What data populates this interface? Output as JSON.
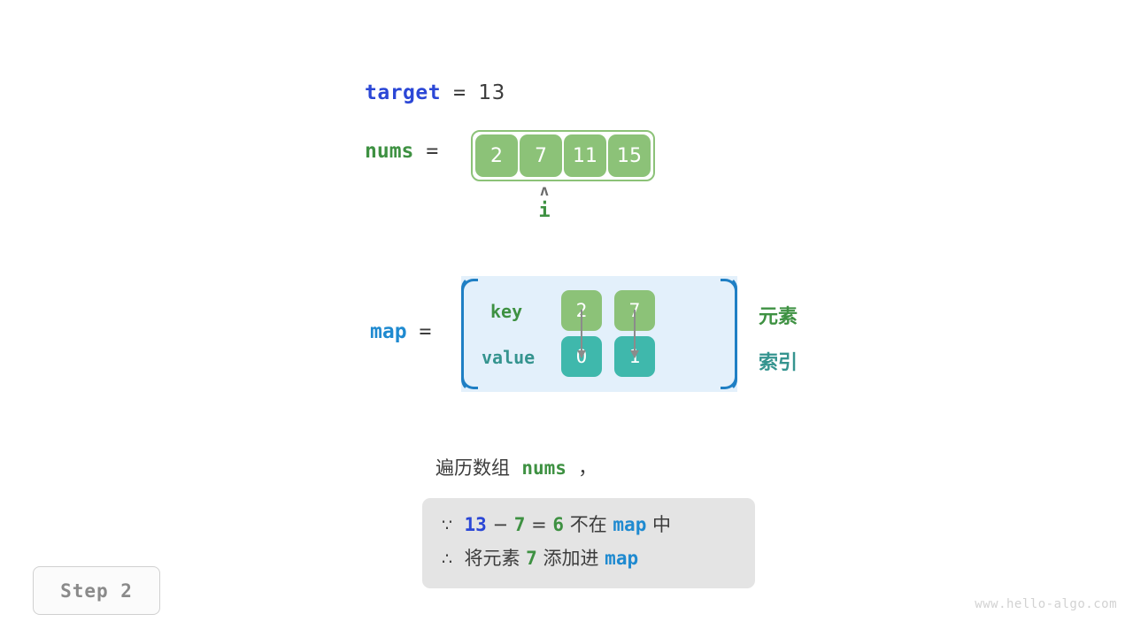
{
  "target": {
    "name": "target",
    "equals": "=",
    "value": "13"
  },
  "nums": {
    "name": "nums",
    "equals": "=",
    "cells": [
      "2",
      "7",
      "11",
      "15"
    ],
    "pointer": {
      "caret": "ʌ",
      "label": "i",
      "index": 1
    }
  },
  "map": {
    "name": "map",
    "equals": "=",
    "row_labels": {
      "key": "key",
      "value": "value"
    },
    "keys": [
      "2",
      "7"
    ],
    "values": [
      "0",
      "1"
    ],
    "side_labels": {
      "element": "元素",
      "index": "索引"
    }
  },
  "description": {
    "prefix": "遍历数组  ",
    "keyword": "nums",
    "suffix": "  ，"
  },
  "note": {
    "line1": {
      "symbol": "∵",
      "a": "13",
      "minus": "−",
      "b": "7",
      "eq": "=",
      "result": "6",
      "text_mid": "不在",
      "map": "map",
      "text_end": "中"
    },
    "line2": {
      "symbol": "∴",
      "text_start": "将元素",
      "element": "7",
      "text_mid": "添加进",
      "map": "map"
    }
  },
  "step_badge": "Step 2",
  "watermark": "www.hello-algo.com",
  "colors": {
    "target_blue": "#2b47d6",
    "map_blue": "#1f8ad0",
    "nums_green": "#3e9142",
    "cell_green": "#8cc278",
    "cell_teal": "#3fb8ac",
    "map_bg": "#e3f0fb",
    "map_border": "#1f7fc4",
    "note_bg": "#e4e4e4",
    "text_dark": "#3c3c3c"
  }
}
